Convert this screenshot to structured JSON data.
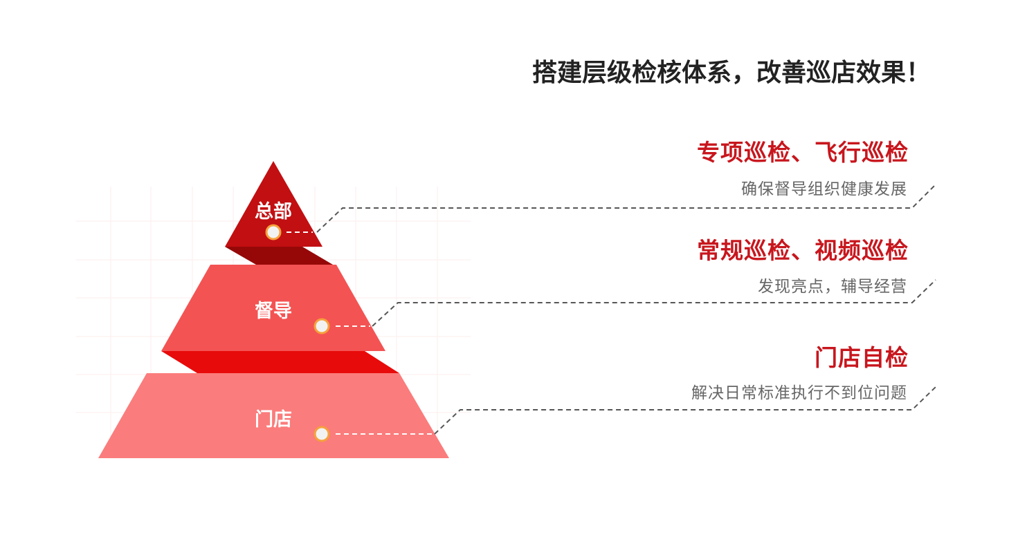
{
  "title": "搭建层级检核体系，改善巡店效果！",
  "colors": {
    "tier_top": "#c20f12",
    "tier_top_shadow": "#960808",
    "tier_middle": "#f45353",
    "tier_middle_shadow": "#e80b0b",
    "tier_bottom": "#fb7c7c",
    "heading": "#c8161d",
    "subtitle": "#666666",
    "dot_ring": "#f5a13c"
  },
  "tiers": [
    {
      "label": "总部",
      "heading": "专项巡检、飞行巡检",
      "description": "确保督导组织健康发展"
    },
    {
      "label": "督导",
      "heading": "常规巡检、视频巡检",
      "description": "发现亮点，辅导经营"
    },
    {
      "label": "门店",
      "heading": "门店自检",
      "description": "解决日常标准执行不到位问题"
    }
  ]
}
